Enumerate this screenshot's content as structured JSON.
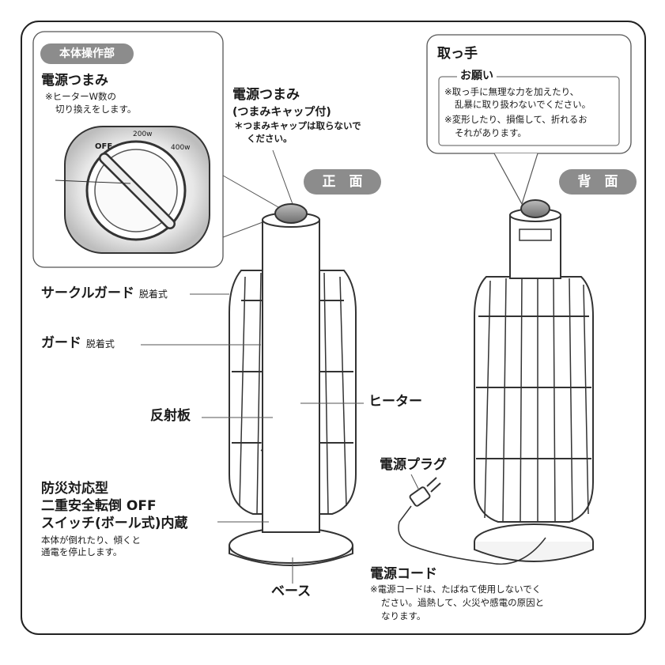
{
  "panel_knob": {
    "badge": "本体操作部",
    "title": "電源つまみ",
    "note_line1": "※ヒーターW数の",
    "note_line2": "切り換えをします。",
    "dial_off": "OFF",
    "dial_200": "200w",
    "dial_400": "400w"
  },
  "knob_callout": {
    "title": "電源つまみ",
    "subtitle": "(つまみキャップ付)",
    "note_line1": "＊つまみキャップは取らないで",
    "note_line2": "ください。"
  },
  "view_front": "正　面",
  "view_back": "背　面",
  "handle_panel": {
    "title": "取っ手",
    "box_title": "お願い",
    "line1": "※取っ手に無理な力を加えたり、",
    "line2": "乱暴に取り扱わないでください。",
    "line3": "※変形したり、損傷して、折れるお",
    "line4": "それがあります。"
  },
  "labels": {
    "circle_guard": "サークルガード",
    "circle_guard_note": "脱着式",
    "guard": "ガード",
    "guard_note": "脱着式",
    "reflector": "反射板",
    "heater": "ヒーター",
    "plug": "電源プラグ",
    "cord": "電源コード",
    "cord_note1": "※電源コードは、たばねて使用しないでく",
    "cord_note2": "ださい。過熱して、火災や感電の原因と",
    "cord_note3": "なります。",
    "base": "ベース"
  },
  "safety": {
    "line1": "防災対応型",
    "line2": "二重安全転倒 OFF",
    "line3": "スイッチ(ボール式)内蔵",
    "note1": "本体が倒れたり、傾くと",
    "note2": "通電を停止します。"
  }
}
